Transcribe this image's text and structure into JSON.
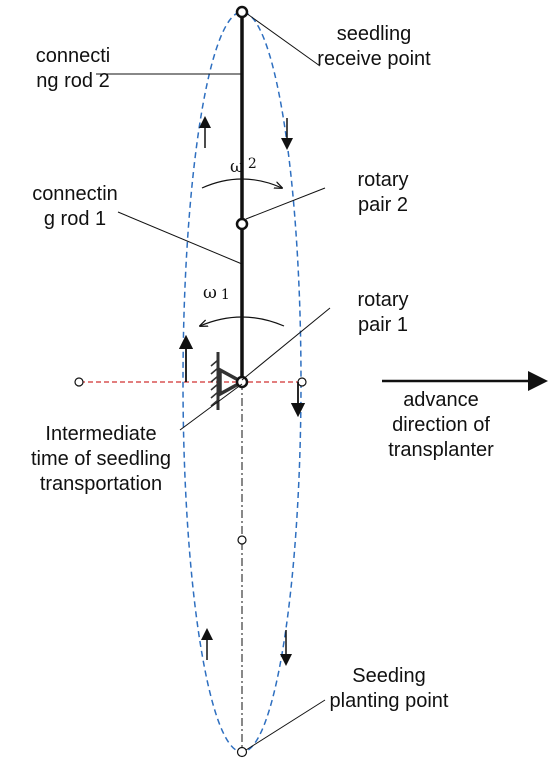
{
  "labels": {
    "receive_point": [
      "seedling",
      "receive point"
    ],
    "rod2": [
      "connecti",
      "ng rod 2"
    ],
    "rod1": [
      "connectin",
      "g rod 1"
    ],
    "pair2": [
      "rotary",
      "pair 2"
    ],
    "pair1": [
      "rotary",
      "pair 1"
    ],
    "advance": [
      "advance",
      "direction of",
      "transplanter"
    ],
    "intermediate": [
      "Intermediate",
      "time of seedling",
      "transportation"
    ],
    "planting_point": [
      "Seeding",
      "planting point"
    ]
  },
  "omega": {
    "w1_symbol": "ω",
    "w1_index": "1",
    "w2_symbol": "ω",
    "w2_index": "2"
  },
  "colors": {
    "trajectory": "#2e6fc0",
    "reference_line": "#d03030",
    "ink": "#111111"
  }
}
